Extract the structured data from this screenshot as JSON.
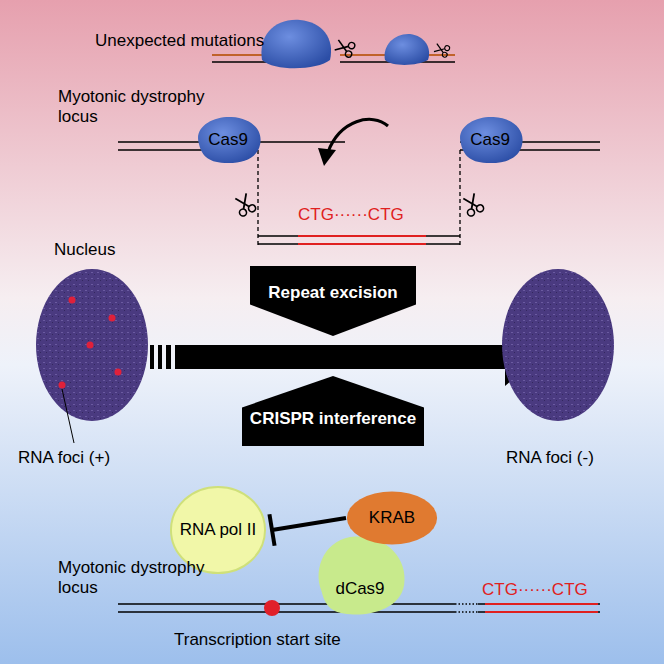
{
  "diagram": {
    "nodes": [
      {
        "text": [
          "Cas9"
        ]
      },
      {
        "text": [
          "Cas9"
        ]
      },
      {
        "text": [
          "Repeat excision"
        ]
      },
      {
        "text": [
          "CRISPR interference"
        ]
      },
      {
        "text": [
          "RNA pol II"
        ]
      },
      {
        "text": [
          "KRAB"
        ]
      },
      {
        "text": [
          "dCas9"
        ]
      }
    ],
    "edges": [
      {
        "from": 5,
        "to": 4,
        "arrow": "to"
      }
    ],
    "labels": [
      "Unexpected mutations",
      "Myotonic dystrophy locus",
      "CTG······CTG",
      "Nucleus",
      "RNA foci (+)",
      "RNA foci (-)",
      "Myotonic dystrophy locus",
      "Transcription start site",
      "CTG······CTG"
    ]
  }
}
